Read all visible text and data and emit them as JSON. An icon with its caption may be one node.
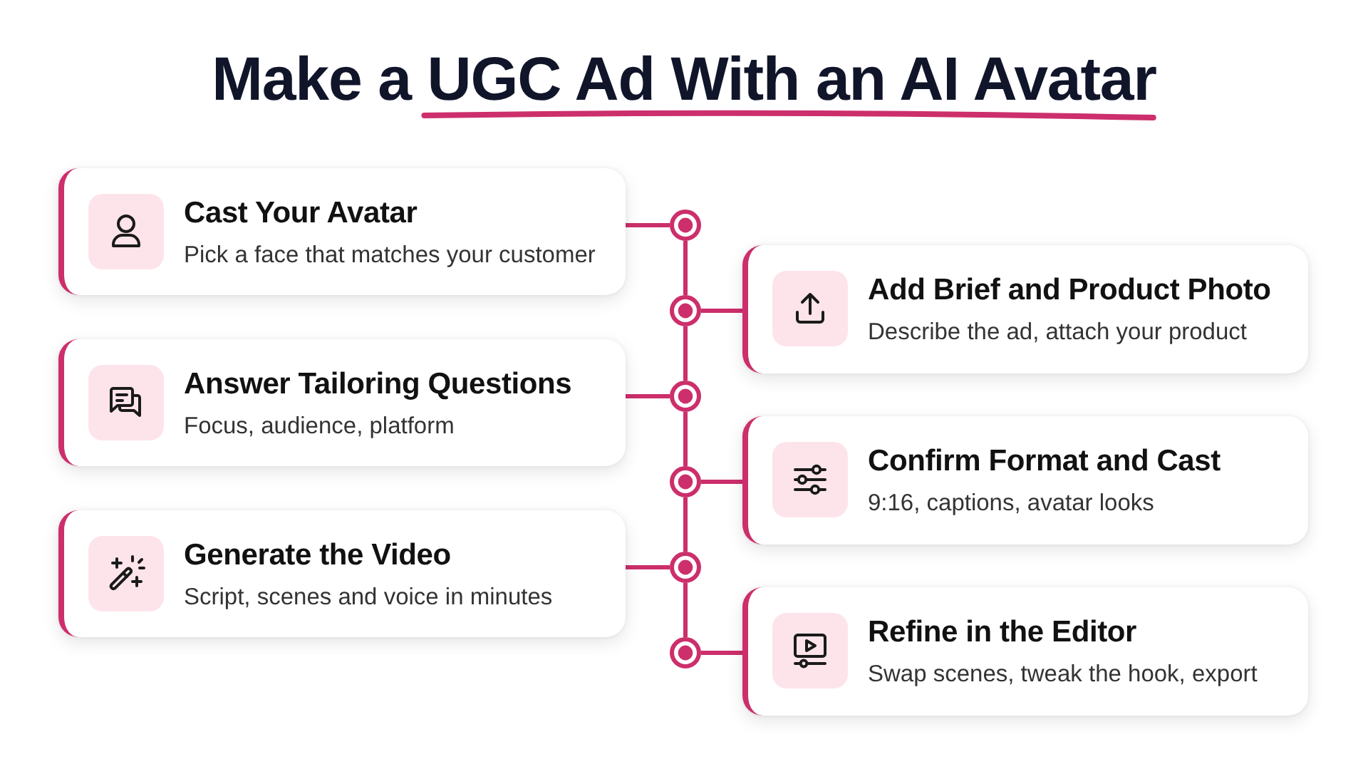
{
  "diagram": {
    "title": "Make a UGC Ad With an AI Avatar",
    "nodes": [
      {
        "text": [
          "Cast Your Avatar",
          "Pick a face that matches your customer"
        ]
      },
      {
        "text": [
          "Add Brief and Product Photo",
          "Describe the ad, attach your product"
        ]
      },
      {
        "text": [
          "Answer Tailoring Questions",
          "Focus, audience, platform"
        ]
      },
      {
        "text": [
          "Confirm Format and Cast",
          "9:16, captions, avatar looks"
        ]
      },
      {
        "text": [
          "Generate the Video",
          "Script, scenes and voice in minutes"
        ]
      },
      {
        "text": [
          "Refine in the Editor",
          "Swap scenes, tweak the hook, export"
        ]
      },
      {
        "text": [],
        "shape": "circle"
      },
      {
        "text": [],
        "shape": "circle"
      },
      {
        "text": [],
        "shape": "circle"
      },
      {
        "text": [],
        "shape": "circle"
      },
      {
        "text": [],
        "shape": "circle"
      },
      {
        "text": [],
        "shape": "circle"
      }
    ],
    "edges": [
      {
        "from": 0,
        "to": 6,
        "arrow": "none"
      },
      {
        "from": 6,
        "to": 7,
        "arrow": "none"
      },
      {
        "from": 7,
        "to": 1,
        "arrow": "none"
      },
      {
        "from": 7,
        "to": 8,
        "arrow": "none"
      },
      {
        "from": 2,
        "to": 8,
        "arrow": "none"
      },
      {
        "from": 8,
        "to": 9,
        "arrow": "none"
      },
      {
        "from": 9,
        "to": 3,
        "arrow": "none"
      },
      {
        "from": 9,
        "to": 10,
        "arrow": "none"
      },
      {
        "from": 4,
        "to": 10,
        "arrow": "none"
      },
      {
        "from": 10,
        "to": 11,
        "arrow": "none"
      },
      {
        "from": 11,
        "to": 5,
        "arrow": "none"
      }
    ]
  }
}
